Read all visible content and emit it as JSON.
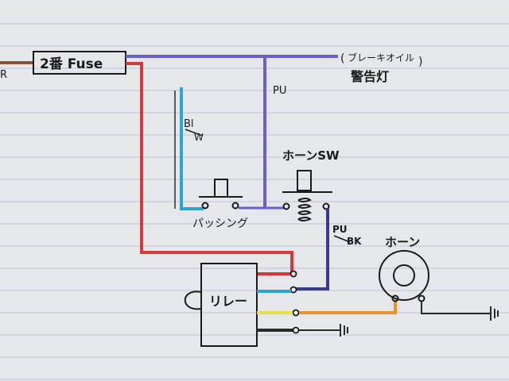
{
  "paper": {
    "background": "#e6e7ea",
    "rule_color": "#b9c7d6"
  },
  "labels": {
    "wire_r": "R",
    "fuse": "2番 Fuse",
    "brake_paren_open": "(",
    "brake_oil": "ブレーキオイル",
    "brake_paren_close": ")",
    "warning_lamp": "警告灯",
    "wire_pu": "PU",
    "wire_bl": "Bl",
    "wire_w": "W",
    "horn_switch": "ホーンSW",
    "passing": "パッシング",
    "wire_pu2": "PU",
    "wire_bk": "BK",
    "horn": "ホーン",
    "relay": "リレー"
  },
  "wire_colors": {
    "red": "#d23a3d",
    "purple": "#6b60c9",
    "dark_blue": "#3a3a8c",
    "light_blue": "#2ea3d6",
    "yellow": "#e3e04a",
    "orange": "#e6932e",
    "black": "#2b2b2b",
    "brown": "#8a5236"
  }
}
